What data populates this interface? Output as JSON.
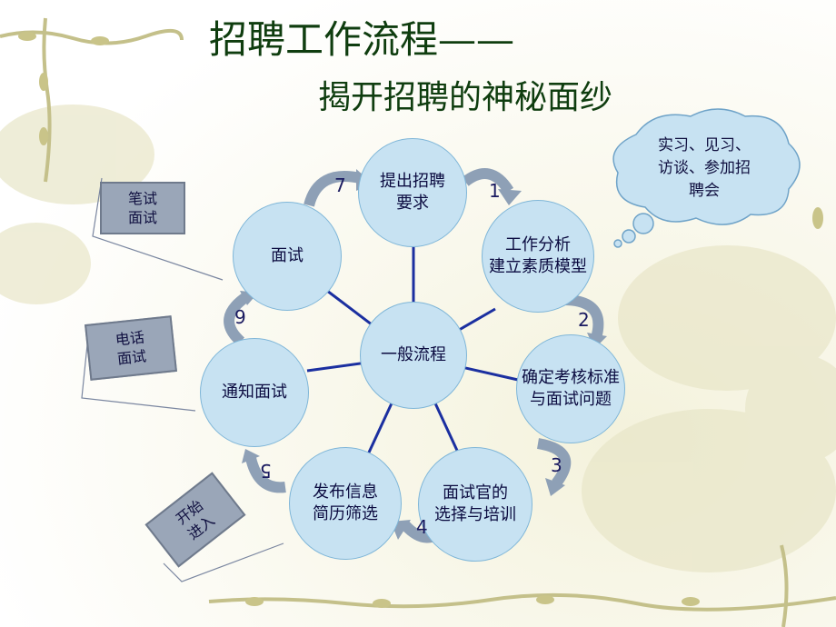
{
  "title": "招聘工作流程——",
  "subtitle": "揭开招聘的神秘面纱",
  "center": "一般流程",
  "nodes": [
    "提出招聘\n要求",
    "工作分析\n建立素质模型",
    "确定考核标准\n与面试问题",
    "面试官的\n选择与培训",
    "发布信息\n简历筛选",
    "通知面试",
    "面试"
  ],
  "step_numbers": [
    "1",
    "2",
    "3",
    "4",
    "5",
    "6",
    "7"
  ],
  "side_boxes": [
    "笔试\n面试",
    "电话\n面试",
    "开始\n进入"
  ],
  "cloud_note": "实习、见习、\n访谈、参加招\n聘会",
  "colors": {
    "node_fill": "#c7e2f2",
    "spoke": "#1b2fa0",
    "arrow": "#8ea0b6",
    "title": "#0f3d0f",
    "side_box": "#9aa6b8"
  }
}
